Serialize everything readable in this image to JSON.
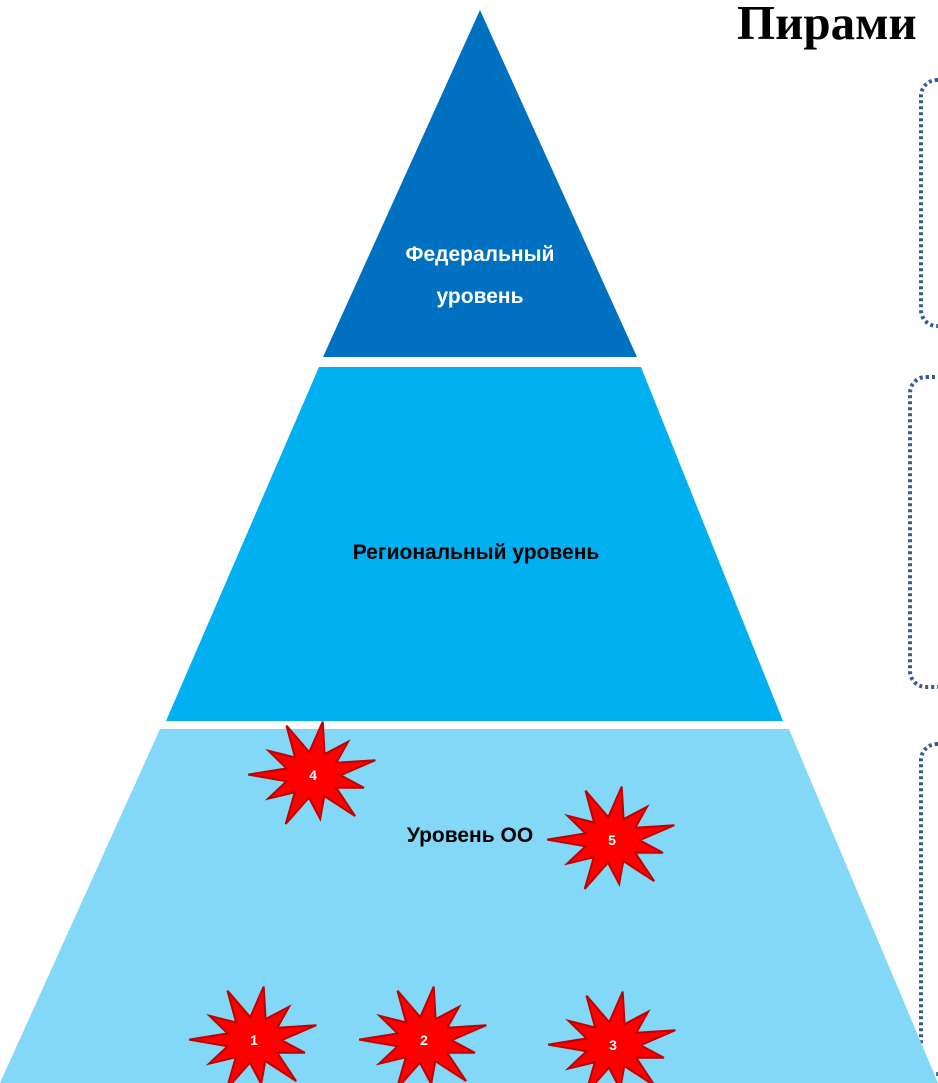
{
  "title": "Пирами",
  "tiers": {
    "federal": {
      "label_line1": "Федеральный",
      "label_line2": "уровень",
      "color": "#0070c0"
    },
    "regional": {
      "label": "Региональный уровень",
      "color": "#00b0f0"
    },
    "oo": {
      "label": "Уровень ОО",
      "color": "#83d7f7"
    }
  },
  "markers": {
    "color": "#ff0000",
    "outline_color": "#c00000",
    "labels": [
      "1",
      "2",
      "3",
      "4",
      "5"
    ]
  },
  "side_boxes": {
    "border_color": "#3a5a8c",
    "count": 3
  }
}
